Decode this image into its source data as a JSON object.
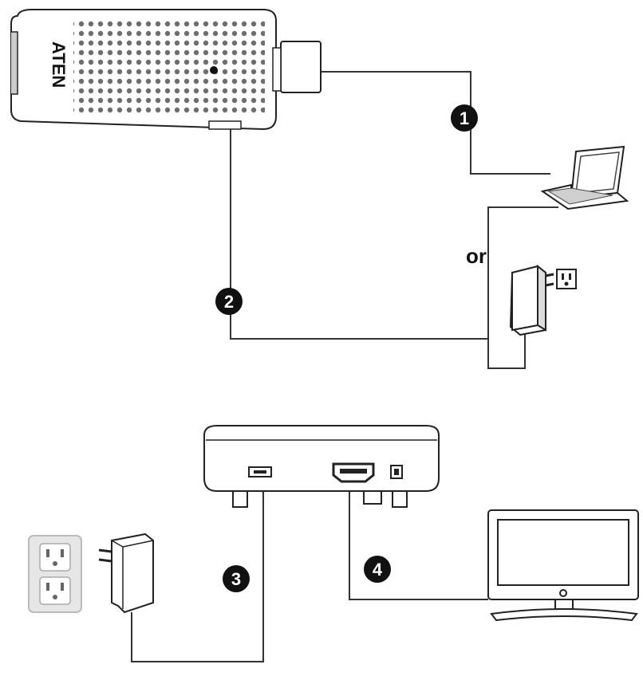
{
  "transmitter": {
    "brand": "ATEN"
  },
  "steps": [
    {
      "number": "1"
    },
    {
      "number": "2"
    },
    {
      "number": "3"
    },
    {
      "number": "4"
    }
  ],
  "power_option": {
    "or_label": "or"
  },
  "colors": {
    "line": "#333333",
    "badge": "#111111",
    "device_fill": "#ffffff",
    "wall_plate": "#e6e6e6"
  },
  "icons": [
    "hdmi-transmitter-icon",
    "laptop-icon",
    "power-adapter-icon",
    "outlet-icon",
    "receiver-icon",
    "wall-outlet-icon",
    "tv-icon"
  ]
}
